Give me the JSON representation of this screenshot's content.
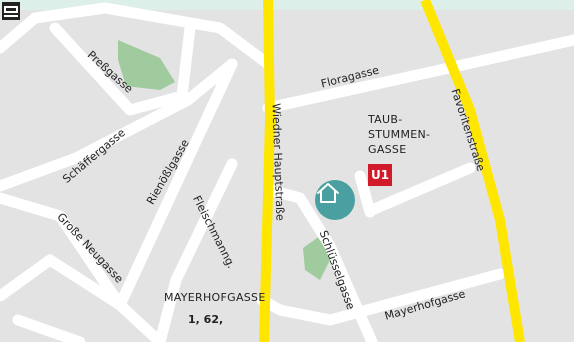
{
  "colors": {
    "background": "#e3e3e3",
    "top_band": "#dcefe8",
    "street": "#ffffff",
    "main_road": "#ffe600",
    "park": "#9fcb9f",
    "pin": "#4aa0a0",
    "u1_red": "#d11a2a"
  },
  "streets": {
    "pressgasse": "Preßgasse",
    "schaeffergasse": "Schäffergasse",
    "grosse_neugasse": "Große Neugasse",
    "riendlgasse": "Rienößlgasse",
    "fleischmanngasse": "Fleischmanng.",
    "wiedner_hauptstrasse": "Wiedner Hauptstraße",
    "floragasse": "Floragasse",
    "favoritenstrasse": "Favoritenstraße",
    "schluesselgasse": "Schlüsselgasse",
    "mayerhofgasse": "Mayerhofgasse"
  },
  "stations": {
    "taubstummengasse": [
      "TAUB-",
      "STUMMEN-",
      "GASSE"
    ],
    "mayerhofgasse": "MAYERHOFGASSE",
    "u1_badge": "U1",
    "mayerhofgasse_lines": "1, 62,"
  },
  "icons": {
    "pin": "house-icon",
    "tram": "tram-icon"
  }
}
